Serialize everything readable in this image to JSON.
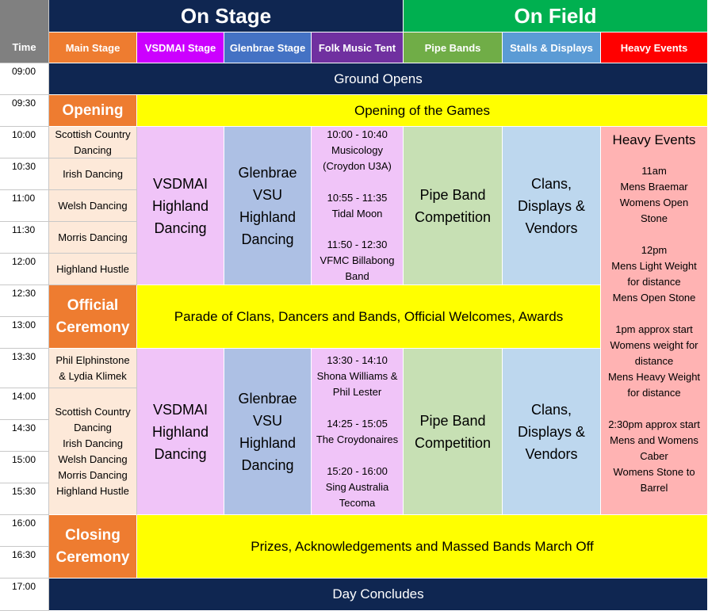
{
  "headers": {
    "time": "Time",
    "on_stage": "On Stage",
    "on_field": "On Field",
    "columns": [
      "Main Stage",
      "VSDMAI Stage",
      "Glenbrae Stage",
      "Folk Music Tent",
      "Pipe Bands",
      "Stalls & Displays",
      "Heavy Events"
    ]
  },
  "times": [
    "09:00",
    "09:30",
    "10:00",
    "10:30",
    "11:00",
    "11:30",
    "12:00",
    "12:30",
    "13:00",
    "13:30",
    "14:00",
    "14:30",
    "15:00",
    "15:30",
    "16:00",
    "16:30",
    "17:00"
  ],
  "rows": {
    "ground_opens": "Ground Opens",
    "opening_label": "Opening",
    "opening_text": "Opening of the Games",
    "official_label": [
      "Official",
      "Ceremony"
    ],
    "official_text": "Parade of Clans, Dancers and Bands, Official Welcomes, Awards",
    "closing_label": [
      "Closing",
      "Ceremony"
    ],
    "closing_text": "Prizes, Acknowledgements and Massed Bands March Off",
    "day_concludes": "Day Concludes"
  },
  "morning": {
    "main": [
      "Scottish Country Dancing",
      "Irish Dancing",
      "Welsh Dancing",
      "Morris Dancing",
      "Highland Hustle"
    ],
    "vsdmai": [
      "VSDMAI",
      "Highland",
      "Dancing"
    ],
    "glenbrae": [
      "Glenbrae",
      "VSU",
      "Highland",
      "Dancing"
    ],
    "folk": [
      "10:00 - 10:40",
      "Musicology",
      "(Croydon U3A)",
      "",
      "10:55 - 11:35",
      "Tidal Moon",
      "",
      "11:50 - 12:30",
      "VFMC Billabong",
      "Band"
    ],
    "pipe": [
      "Pipe Band",
      "Competition"
    ],
    "stalls": [
      "Clans,",
      "Displays &",
      "Vendors"
    ]
  },
  "afternoon": {
    "main_top": [
      "Phil Elphinstone",
      "& Lydia Klimek"
    ],
    "main_rest": [
      "Scottish Country",
      "Dancing",
      "Irish Dancing",
      "Welsh Dancing",
      "Morris Dancing",
      "Highland Hustle"
    ],
    "vsdmai": [
      "VSDMAI",
      "Highland",
      "Dancing"
    ],
    "glenbrae": [
      "Glenbrae",
      "VSU",
      "Highland",
      "Dancing"
    ],
    "folk": [
      "13:30 - 14:10",
      "Shona Williams &",
      "Phil Lester",
      "",
      "14:25 - 15:05",
      "The Croydonaires",
      "",
      "15:20 - 16:00",
      "Sing Australia",
      "Tecoma"
    ],
    "pipe": [
      "Pipe Band",
      "Competition"
    ],
    "stalls": [
      "Clans,",
      "Displays &",
      "Vendors"
    ]
  },
  "heavy": {
    "title": "Heavy Events",
    "lines": [
      "11am",
      "Mens Braemar",
      "Womens Open",
      "Stone",
      "",
      "12pm",
      "Mens Light Weight",
      "for distance",
      "Mens Open Stone",
      "",
      "1pm approx start",
      "Womens weight for",
      "distance",
      "Mens Heavy Weight",
      "for distance",
      "",
      "2:30pm approx start",
      "Mens and Womens",
      "Caber",
      "Womens Stone to",
      "Barrel"
    ]
  },
  "colors": {
    "navy": "#0f2651",
    "on_field_green": "#00b050",
    "main_stage": "#ee7c30",
    "vsdmai": "#cc00ff",
    "glenbrae": "#4472c4",
    "folk": "#7030a0",
    "pipe": "#70ad47",
    "stalls": "#5b9bd5",
    "heavy": "#ff0000",
    "yellow": "#ffff00",
    "time_header": "#808080"
  }
}
